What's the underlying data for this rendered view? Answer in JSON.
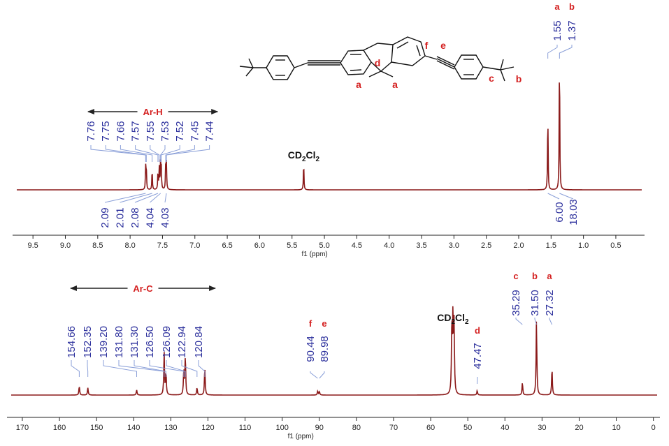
{
  "structure": {
    "letters": [
      "a",
      "a",
      "b",
      "c",
      "d",
      "e",
      "f"
    ]
  },
  "chart_data": [
    {
      "type": "line",
      "nucleus": "1H",
      "xlabel": "f1 (ppm)",
      "xlim": [
        9.75,
        0.1
      ],
      "x_reversed": true,
      "ticks": [
        9.5,
        9.0,
        8.5,
        8.0,
        7.5,
        7.0,
        6.5,
        6.0,
        5.5,
        5.0,
        4.5,
        4.0,
        3.5,
        3.0,
        2.5,
        2.0,
        1.5,
        1.0,
        0.5
      ],
      "tick_labels": [
        "9.5",
        "9.0",
        "8.5",
        "8.0",
        "7.5",
        "7.0",
        "6.5",
        "6.0",
        "5.5",
        "5.0",
        "4.5",
        "4.0",
        "3.5",
        "3.0",
        "2.5",
        "2.0",
        "1.5",
        "1.0",
        "0.5"
      ],
      "region_arrow": {
        "label": "Ar-H",
        "from": 8.65,
        "to": 6.65
      },
      "solvent": {
        "label": "CD2Cl2",
        "sub_label": "CD₂Cl₂",
        "shift": 5.32
      },
      "peaks": [
        {
          "shift": 7.76,
          "height": 0.16
        },
        {
          "shift": 7.75,
          "height": 0.15
        },
        {
          "shift": 7.66,
          "height": 0.15
        },
        {
          "shift": 7.57,
          "height": 0.13
        },
        {
          "shift": 7.55,
          "height": 0.17
        },
        {
          "shift": 7.53,
          "height": 0.18
        },
        {
          "shift": 7.52,
          "height": 0.17
        },
        {
          "shift": 7.45,
          "height": 0.19
        },
        {
          "shift": 7.44,
          "height": 0.18
        },
        {
          "shift": 5.32,
          "height": 0.2
        },
        {
          "shift": 1.55,
          "height": 0.56
        },
        {
          "shift": 1.37,
          "height": 1.0
        }
      ],
      "peak_labels": [
        "7.76",
        "7.75",
        "7.66",
        "7.57",
        "7.55",
        "7.53",
        "7.52",
        "7.45",
        "7.44"
      ],
      "peak_label_shifts": [
        7.76,
        7.75,
        7.66,
        7.57,
        7.55,
        7.53,
        7.52,
        7.45,
        7.44
      ],
      "assigned_peaks": [
        {
          "letter": "a",
          "label": "1.55",
          "shift": 1.55
        },
        {
          "letter": "b",
          "label": "1.37",
          "shift": 1.37
        }
      ],
      "integrals": [
        {
          "label": "2.09",
          "shift": 7.76
        },
        {
          "label": "2.01",
          "shift": 7.66
        },
        {
          "label": "2.08",
          "shift": 7.57
        },
        {
          "label": "4.04",
          "shift": 7.53
        },
        {
          "label": "4.03",
          "shift": 7.44
        }
      ],
      "aliphatic_integrals": [
        {
          "label": "6.00",
          "shift": 1.55
        },
        {
          "label": "18.03",
          "shift": 1.37
        }
      ]
    },
    {
      "type": "line",
      "nucleus": "13C",
      "xlabel": "f1 (ppm)",
      "xlim": [
        173,
        -1
      ],
      "x_reversed": true,
      "ticks": [
        170,
        160,
        150,
        140,
        130,
        120,
        110,
        100,
        90,
        80,
        70,
        60,
        50,
        40,
        30,
        20,
        10,
        0
      ],
      "tick_labels": [
        "170",
        "160",
        "150",
        "140",
        "130",
        "120",
        "110",
        "100",
        "90",
        "80",
        "70",
        "60",
        "50",
        "40",
        "30",
        "20",
        "10",
        "0"
      ],
      "region_arrow": {
        "label": "Ar-C",
        "from": 157,
        "to": 118
      },
      "solvent": {
        "label": "CD2Cl2",
        "sub_label": "CD₂Cl₂",
        "shift": 54.0
      },
      "peaks": [
        {
          "shift": 154.66,
          "height": 0.12
        },
        {
          "shift": 152.35,
          "height": 0.1
        },
        {
          "shift": 139.2,
          "height": 0.07
        },
        {
          "shift": 131.8,
          "height": 0.58
        },
        {
          "shift": 131.3,
          "height": 0.3
        },
        {
          "shift": 126.5,
          "height": 0.34
        },
        {
          "shift": 126.09,
          "height": 0.52
        },
        {
          "shift": 122.94,
          "height": 0.1
        },
        {
          "shift": 120.84,
          "height": 0.38
        },
        {
          "shift": 90.44,
          "height": 0.05
        },
        {
          "shift": 89.98,
          "height": 0.05
        },
        {
          "shift": 54.3,
          "height": 0.94
        },
        {
          "shift": 54.0,
          "height": 1.0
        },
        {
          "shift": 53.7,
          "height": 0.92
        },
        {
          "shift": 47.47,
          "height": 0.06
        },
        {
          "shift": 35.29,
          "height": 0.17
        },
        {
          "shift": 31.5,
          "height": 1.02
        },
        {
          "shift": 27.32,
          "height": 0.36
        }
      ],
      "peak_labels": [
        {
          "label": "154.66",
          "shift": 154.66
        },
        {
          "label": "152.35",
          "shift": 152.35
        },
        {
          "label": "139.20",
          "shift": 139.2
        },
        {
          "label": "131.80",
          "shift": 131.8
        },
        {
          "label": "131.30",
          "shift": 131.3
        },
        {
          "label": "126.50",
          "shift": 126.5
        },
        {
          "label": "126.09",
          "shift": 126.09
        },
        {
          "label": "122.94",
          "shift": 122.94
        },
        {
          "label": "120.84",
          "shift": 120.84
        }
      ],
      "assigned_peaks": [
        {
          "letter": "f",
          "label": "90.44",
          "shift": 90.44
        },
        {
          "letter": "e",
          "label": "89.98",
          "shift": 89.98
        },
        {
          "letter": "d",
          "label": "47.47",
          "shift": 47.47
        },
        {
          "letter": "c",
          "label": "35.29",
          "shift": 35.29
        },
        {
          "letter": "b",
          "label": "31.50",
          "shift": 31.5
        },
        {
          "letter": "a",
          "label": "27.32",
          "shift": 27.32
        }
      ]
    }
  ],
  "colors": {
    "spectrum": "#8b1a1a",
    "label_blue": "#2b2f9c",
    "assign_red": "#d42020",
    "leader": "#8a9fd8",
    "axis": "#222222"
  }
}
